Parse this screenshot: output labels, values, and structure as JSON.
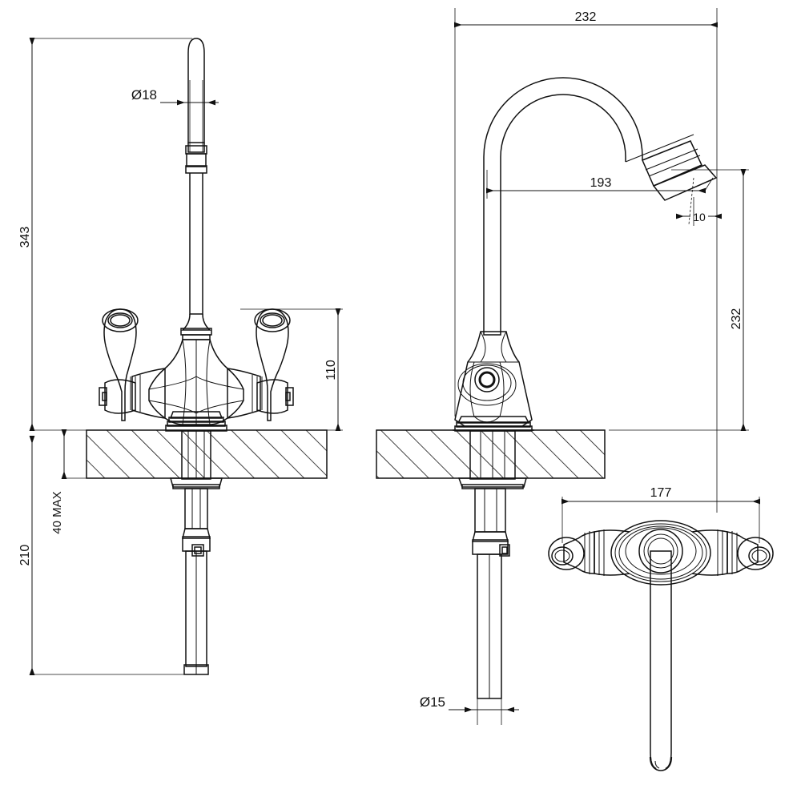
{
  "drawing": {
    "title": "Two-handle gooseneck mixer tap — dimensioned technical drawing",
    "background_color": "#ffffff",
    "line_color": "#111111",
    "dimension_color": "#111111",
    "units": "mm",
    "views": [
      {
        "name": "front-elevation",
        "label": ""
      },
      {
        "name": "side-elevation",
        "label": ""
      },
      {
        "name": "top-plan",
        "label": ""
      }
    ]
  },
  "dimensions": {
    "front_overall_height": "343",
    "front_spout_diameter": "Ø18",
    "front_handle_height": "110",
    "front_counter_max": "40 MAX",
    "front_below_counter": "210",
    "side_spout_reach_overall": "232",
    "side_spout_projection": "193",
    "side_spout_height": "232",
    "side_outlet_size": "10",
    "side_tail_diameter": "Ø15",
    "plan_handle_spread": "177"
  },
  "colors": {
    "stroke": "#111111",
    "thin_stroke": "#333333",
    "hatch": "#111111",
    "paper": "#ffffff"
  }
}
